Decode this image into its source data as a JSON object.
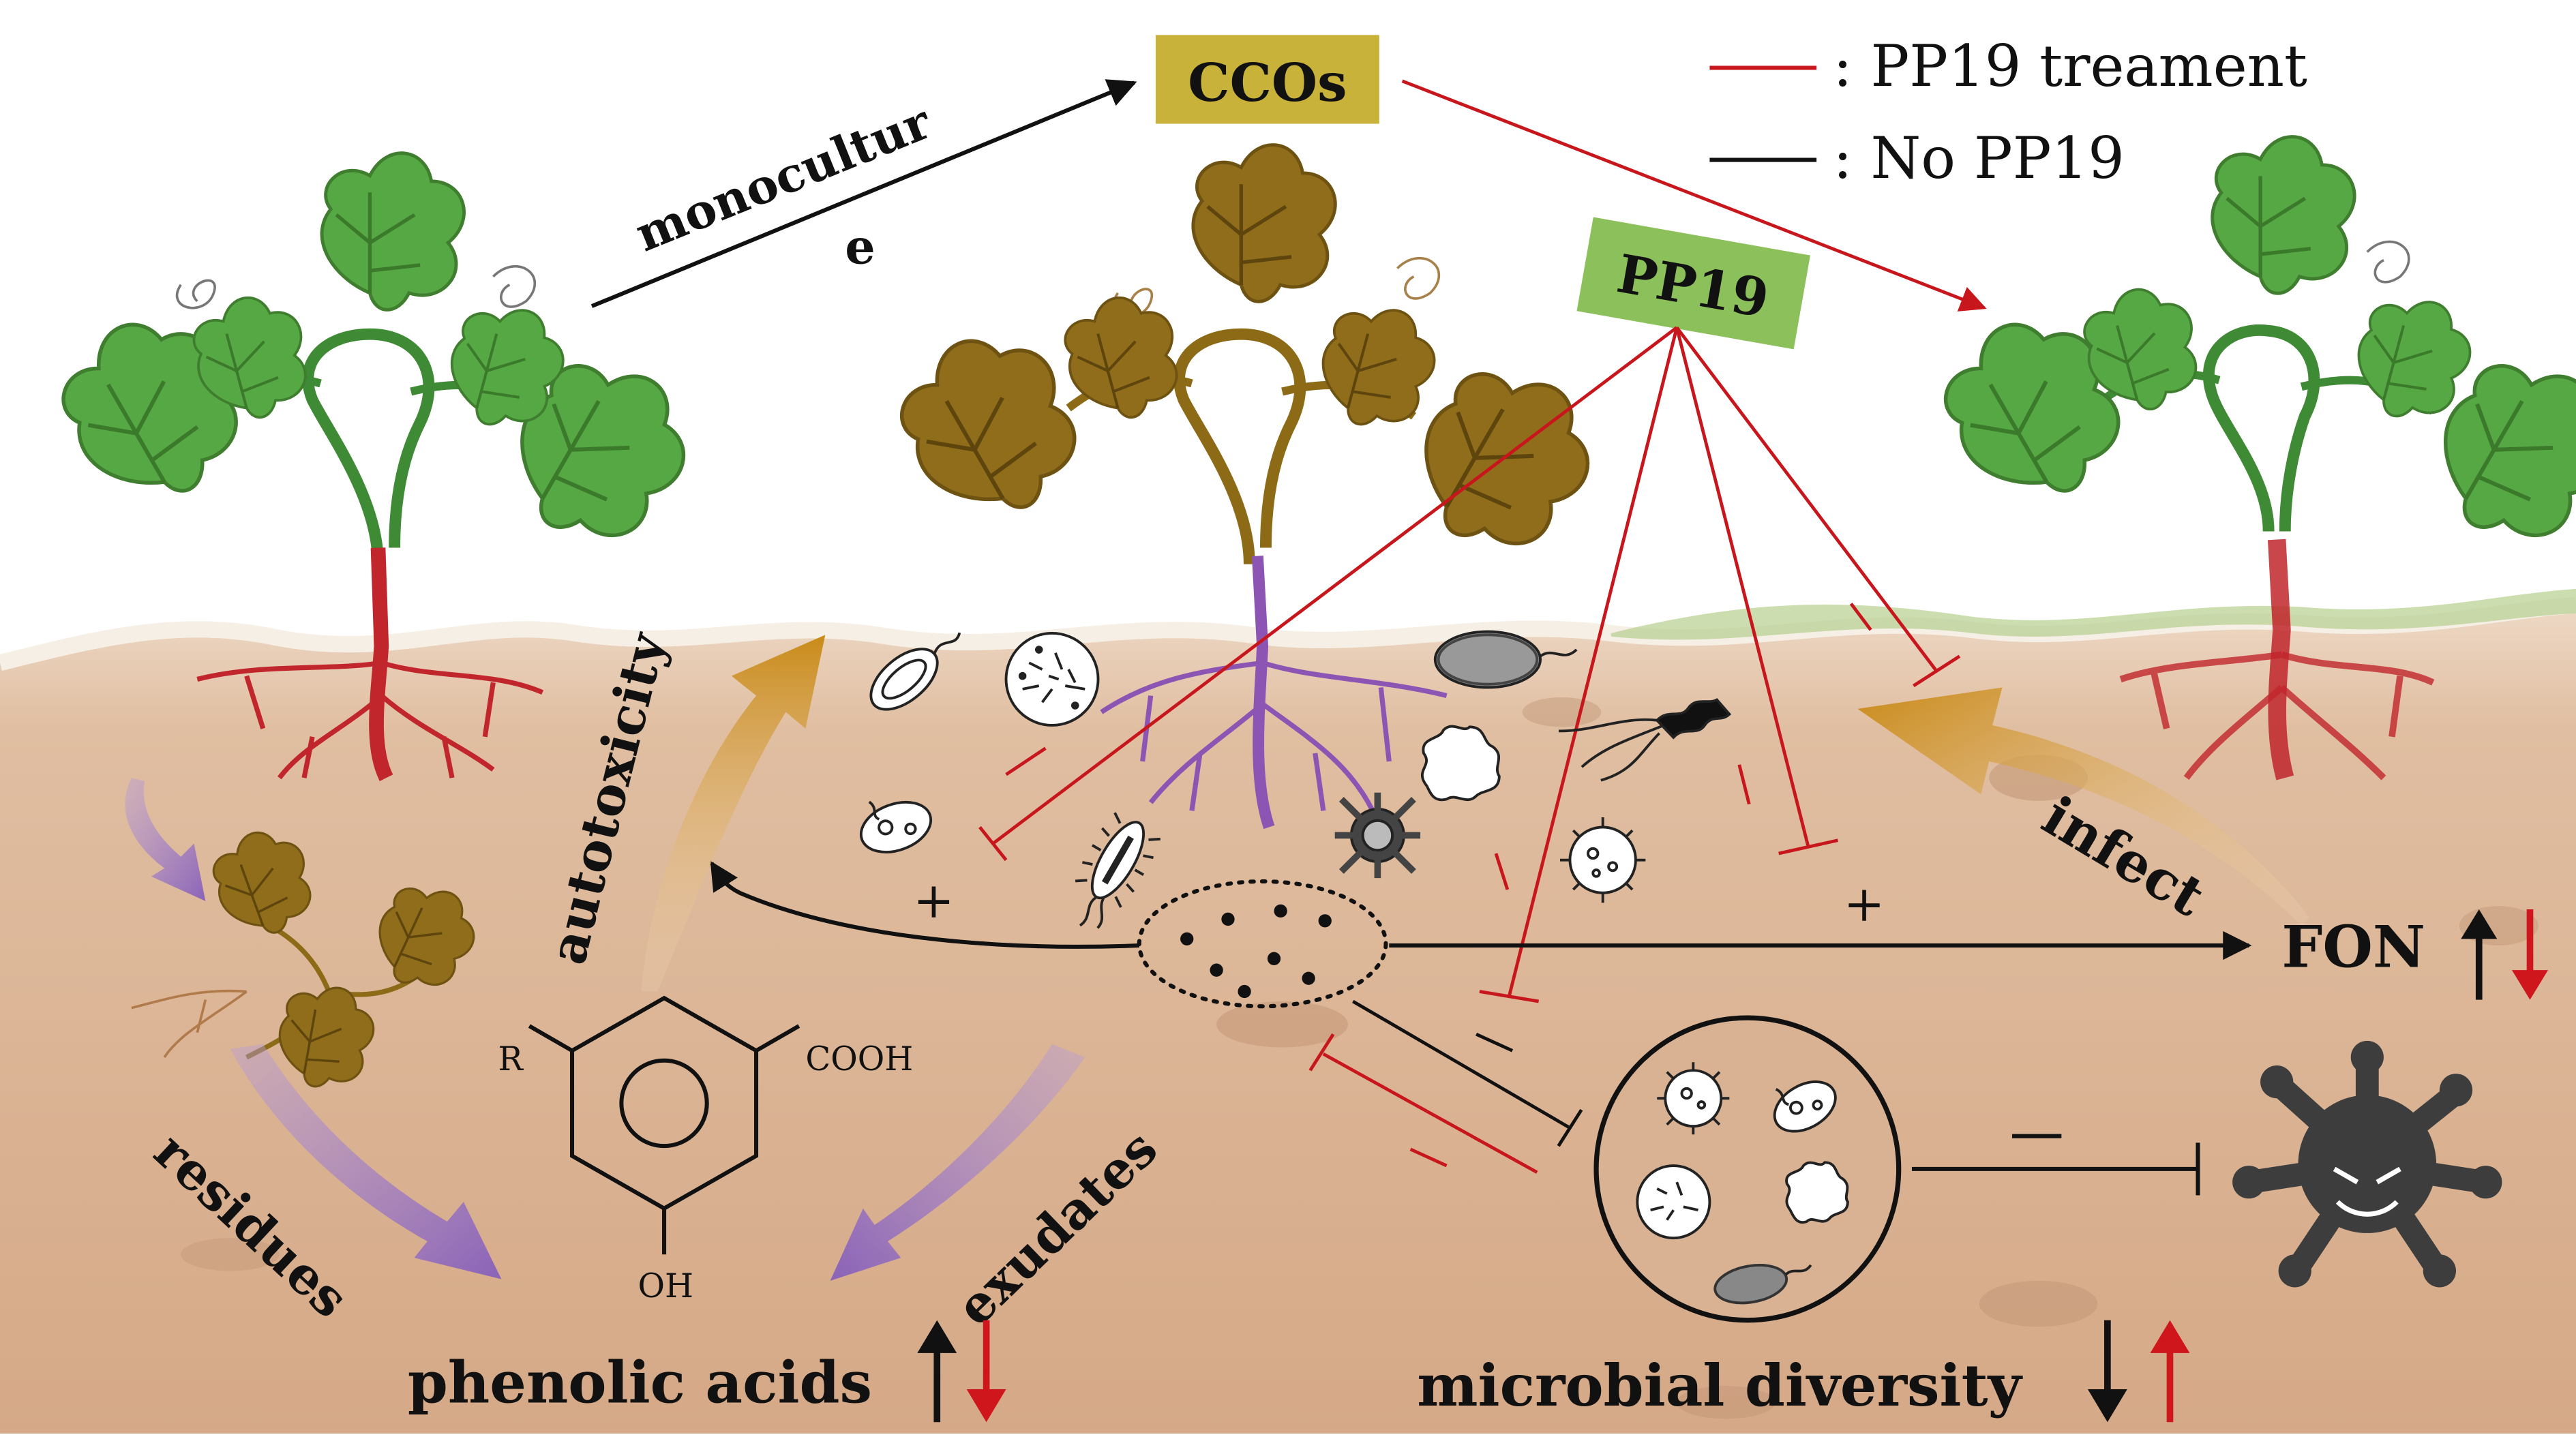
{
  "title": "",
  "legend": {
    "red_label": ": PP19 treament",
    "black_label": ": No PP19",
    "red_color": "#c8161d",
    "black_color": "#111111"
  },
  "nodes": {
    "ccos": "CCOs",
    "pp19": "PP19",
    "fon": "FON",
    "phenolic_acids": "phenolic acids",
    "microbial_diversity": "microbial diversity"
  },
  "edge_labels": {
    "monoculture_line1": "monocultur",
    "monoculture_line2": "e",
    "autotoxicity": "autotoxicity",
    "infect": "infect",
    "residues": "residues",
    "exudates": "exudates",
    "plus": "+",
    "minus": "−"
  },
  "chemical": {
    "r_group": "R",
    "carboxyl": "COOH",
    "hydroxyl": "OH"
  },
  "colors": {
    "ccos_box": "#c9b23a",
    "pp19_box": "#8cc05a",
    "healthy_plant": "#4d9a3a",
    "diseased_plant": "#8c6a16",
    "soil": "#d8ad8a",
    "root_red": "#c0262c",
    "root_purple": "#8d55b3",
    "orange_arrow": "#c98d1c",
    "purple_arrow": "#8c68b8",
    "up_arrow_black": "#111111",
    "down_arrow_red": "#d0161d"
  },
  "icons": {
    "microbes": "microbe-icon",
    "fon_pathogen": "fungal-pathogen-icon",
    "benzene": "phenolic-acid-structure"
  }
}
